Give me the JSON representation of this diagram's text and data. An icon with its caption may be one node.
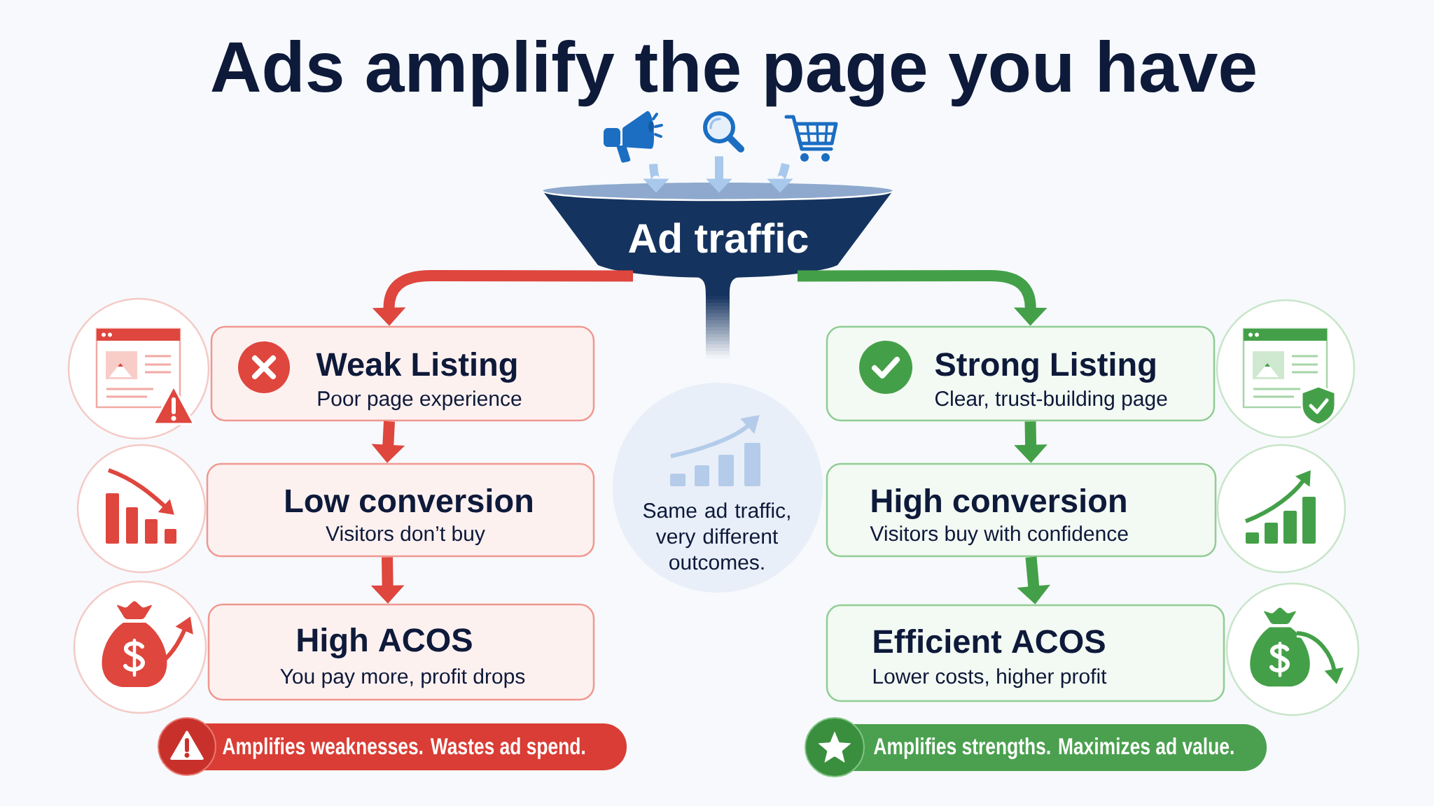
{
  "diagram": {
    "title": "Ads amplify the page you have",
    "nodes": [
      {
        "text": [],
        "shape": "picture"
      },
      {
        "text": [],
        "shape": "picture"
      },
      {
        "text": [],
        "shape": "picture"
      },
      {
        "text": [
          "Ad traffic"
        ]
      },
      {
        "text": [
          "Weak Listing",
          "Poor page experience"
        ]
      },
      {
        "text": [
          "Low conversion",
          "Visitors don’t buy"
        ]
      },
      {
        "text": [
          "High ACOS",
          "You pay more, profit drops"
        ]
      },
      {
        "text": [
          "Same ad traffic, very different outcomes."
        ]
      },
      {
        "text": [
          "Strong Listing",
          "Clear, trust-building page"
        ]
      },
      {
        "text": [
          "High conversion",
          "Visitors buy with confidence"
        ]
      },
      {
        "text": [
          "Efficient ACOS",
          "Lower costs, higher profit"
        ]
      },
      {
        "text": [
          "Amplifies weaknesses. Wastes ad spend."
        ]
      },
      {
        "text": [
          "Amplifies strengths. Maximizes ad value."
        ]
      }
    ],
    "edges": [
      {
        "from": 0,
        "to": 3,
        "arrow": "to",
        "color": "#a8c8ec"
      },
      {
        "from": 1,
        "to": 3,
        "arrow": "to",
        "color": "#a8c8ec"
      },
      {
        "from": 2,
        "to": 3,
        "arrow": "to",
        "color": "#a8c8ec"
      },
      {
        "from": 3,
        "to": 4,
        "arrow": "to",
        "color": "#de463e"
      },
      {
        "from": 4,
        "to": 5,
        "arrow": "to",
        "color": "#de463e"
      },
      {
        "from": 5,
        "to": 6,
        "arrow": "to",
        "color": "#de463e"
      },
      {
        "from": 3,
        "to": 8,
        "arrow": "to",
        "color": "#44a048"
      },
      {
        "from": 8,
        "to": 9,
        "arrow": "to",
        "color": "#44a048"
      },
      {
        "from": 9,
        "to": 10,
        "arrow": "to",
        "color": "#44a048"
      }
    ]
  }
}
